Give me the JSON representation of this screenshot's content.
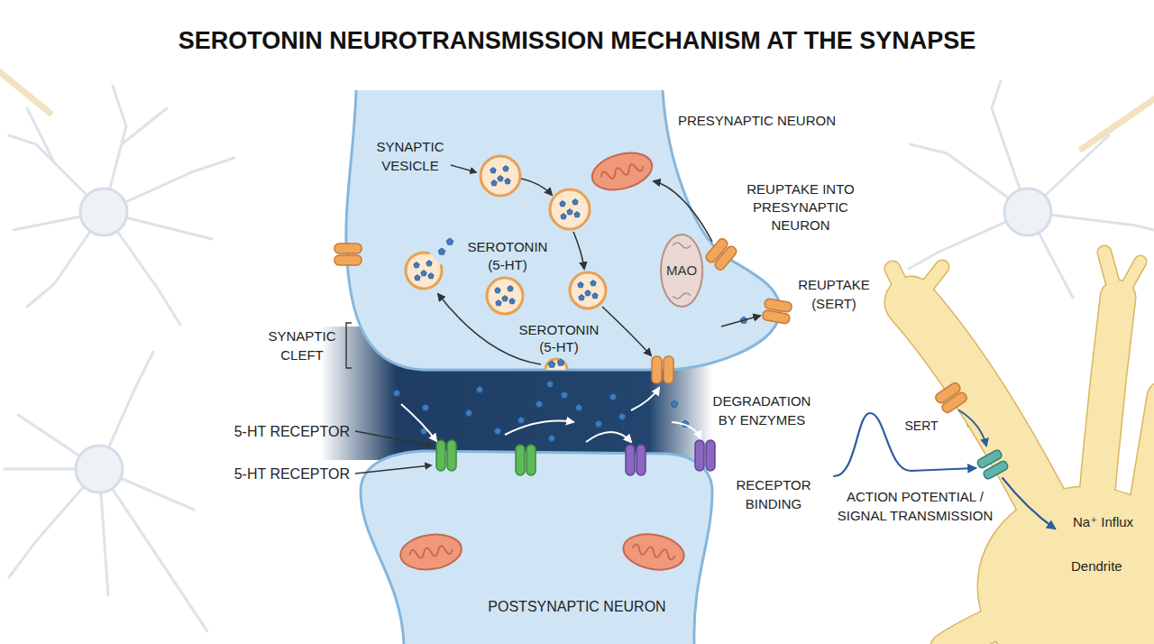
{
  "diagram": {
    "title": "SEROTONIN NEUROTRANSMISSION MECHANISM AT THE SYNAPSE",
    "nodes": [
      {
        "text": [
          "MAO"
        ]
      }
    ],
    "labels": [
      "PRESYNAPTIC NEURON",
      "SYNAPTIC VESICLE",
      "SEROTONIN (5-HT)",
      "REUPTAKE INTO PRESYNAPTIC NEURON",
      "REUPTAKE (SERT)",
      "SYNAPTIC CLEFT",
      "SEROTONIN (5-HT)",
      "DEGRADATION BY ENZYMES",
      "5-HT RECEPTOR",
      "5-HT RECEPTOR",
      "RECEPTOR BINDING",
      "SERT",
      "Na⁺ Influx",
      "ACTION POTENTIAL / SIGNAL TRANSMISSION",
      "Dendrite",
      "POSTSYNAPTIC NEURON"
    ]
  }
}
